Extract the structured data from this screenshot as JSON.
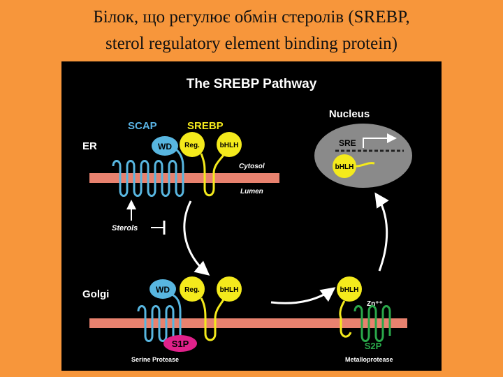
{
  "slide": {
    "title_line1": "Білок, що регулює обмін стеролів (SREBP,",
    "title_line2": "sterol regulatory element binding protein)"
  },
  "diagram": {
    "title": "The SREBP Pathway",
    "labels": {
      "scap": "SCAP",
      "srebp": "SREBP",
      "er": "ER",
      "golgi": "Golgi",
      "nucleus": "Nucleus",
      "cytosol": "Cytosol",
      "lumen": "Lumen",
      "sterols": "Sterols",
      "sre": "SRE",
      "wd": "WD",
      "reg": "Reg.",
      "bhlh": "bHLH",
      "s1p": "S1P",
      "s2p": "S2P",
      "zn": "Zn⁺⁺",
      "serine_protease": "Serine Protease",
      "metalloprotease": "Metalloprotease"
    },
    "colors": {
      "background": "#000000",
      "membrane": "#e8826f",
      "scap": "#58b6e0",
      "srebp": "#f4ea1c",
      "s1p": "#e0218a",
      "s2p": "#2aa84a",
      "nucleus": "#8a8a8a",
      "arrow": "#ffffff",
      "label_blue": "#5ab4e6",
      "label_yellow": "#f4ea1c"
    }
  }
}
